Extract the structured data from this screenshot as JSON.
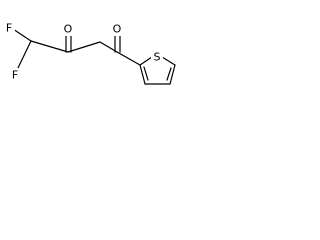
{
  "molecule": {
    "labels": {
      "fluorine_top": "F",
      "fluorine_bottom": "F",
      "oxygen_left": "O",
      "oxygen_right": "O",
      "sulfur": "S"
    },
    "colors": {
      "bond": "#000000",
      "label": "#000000",
      "background": "#ffffff"
    }
  }
}
